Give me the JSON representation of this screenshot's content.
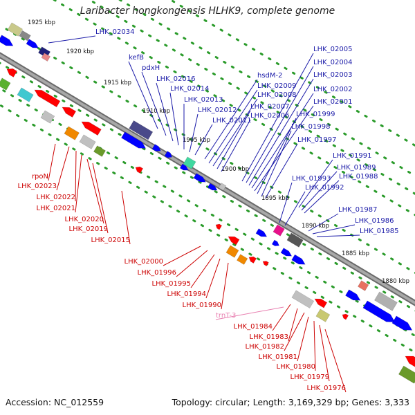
{
  "title": "Laribacter hongkongensis HLHK9, complete genome",
  "footer": {
    "accession": "Accession: NC_012559",
    "summary": "Topology: circular; Length: 3,169,329 bp; Genes: 3,333"
  },
  "colors": {
    "forward": "#0000ff",
    "reverse": "#ff0000",
    "trna": "#e87fb0",
    "label_forward": "#1a1aa8",
    "label_reverse": "#cc0000",
    "backbone": "#808080",
    "tick": "#2a9b2a"
  },
  "ticks": [
    "1925 kbp",
    "1920 kbp",
    "1915 kbp",
    "1910 kbp",
    "1905 kbp",
    "1900 kbp",
    "1895 kbp",
    "1890 kbp",
    "1885 kbp",
    "1880 kbp"
  ],
  "forward_labels": [
    "LHK_02034",
    "kefB",
    "pdxH",
    "LHK_02016",
    "LHK_02014",
    "LHK_02013",
    "LHK_02012",
    "LHK_02011",
    "hsdM-2",
    "LHK_02009",
    "LHK_02008",
    "LHK_02007",
    "LHK_02006",
    "LHK_02005",
    "LHK_02004",
    "LHK_02003",
    "LHK_02002",
    "LHK_02001",
    "LHK_01999",
    "LHK_01998",
    "LHK_01997",
    "LHK_01991",
    "LHK_01989",
    "LHK_01988",
    "LHK_01993",
    "LHK_01992",
    "LHK_01987",
    "LHK_01986",
    "LHK_01985"
  ],
  "reverse_labels": [
    "rpoN",
    "LHK_02023",
    "LHK_02022",
    "LHK_02021",
    "LHK_02020",
    "LHK_02019",
    "LHK_02015",
    "LHK_02000",
    "LHK_01996",
    "LHK_01995",
    "LHK_01994",
    "LHK_01990",
    "LHK_01984",
    "LHK_01983",
    "LHK_01982",
    "LHK_01981",
    "LHK_01980",
    "LHK_01979",
    "LHK_01976"
  ],
  "trna_labels": [
    "trnT-3"
  ]
}
